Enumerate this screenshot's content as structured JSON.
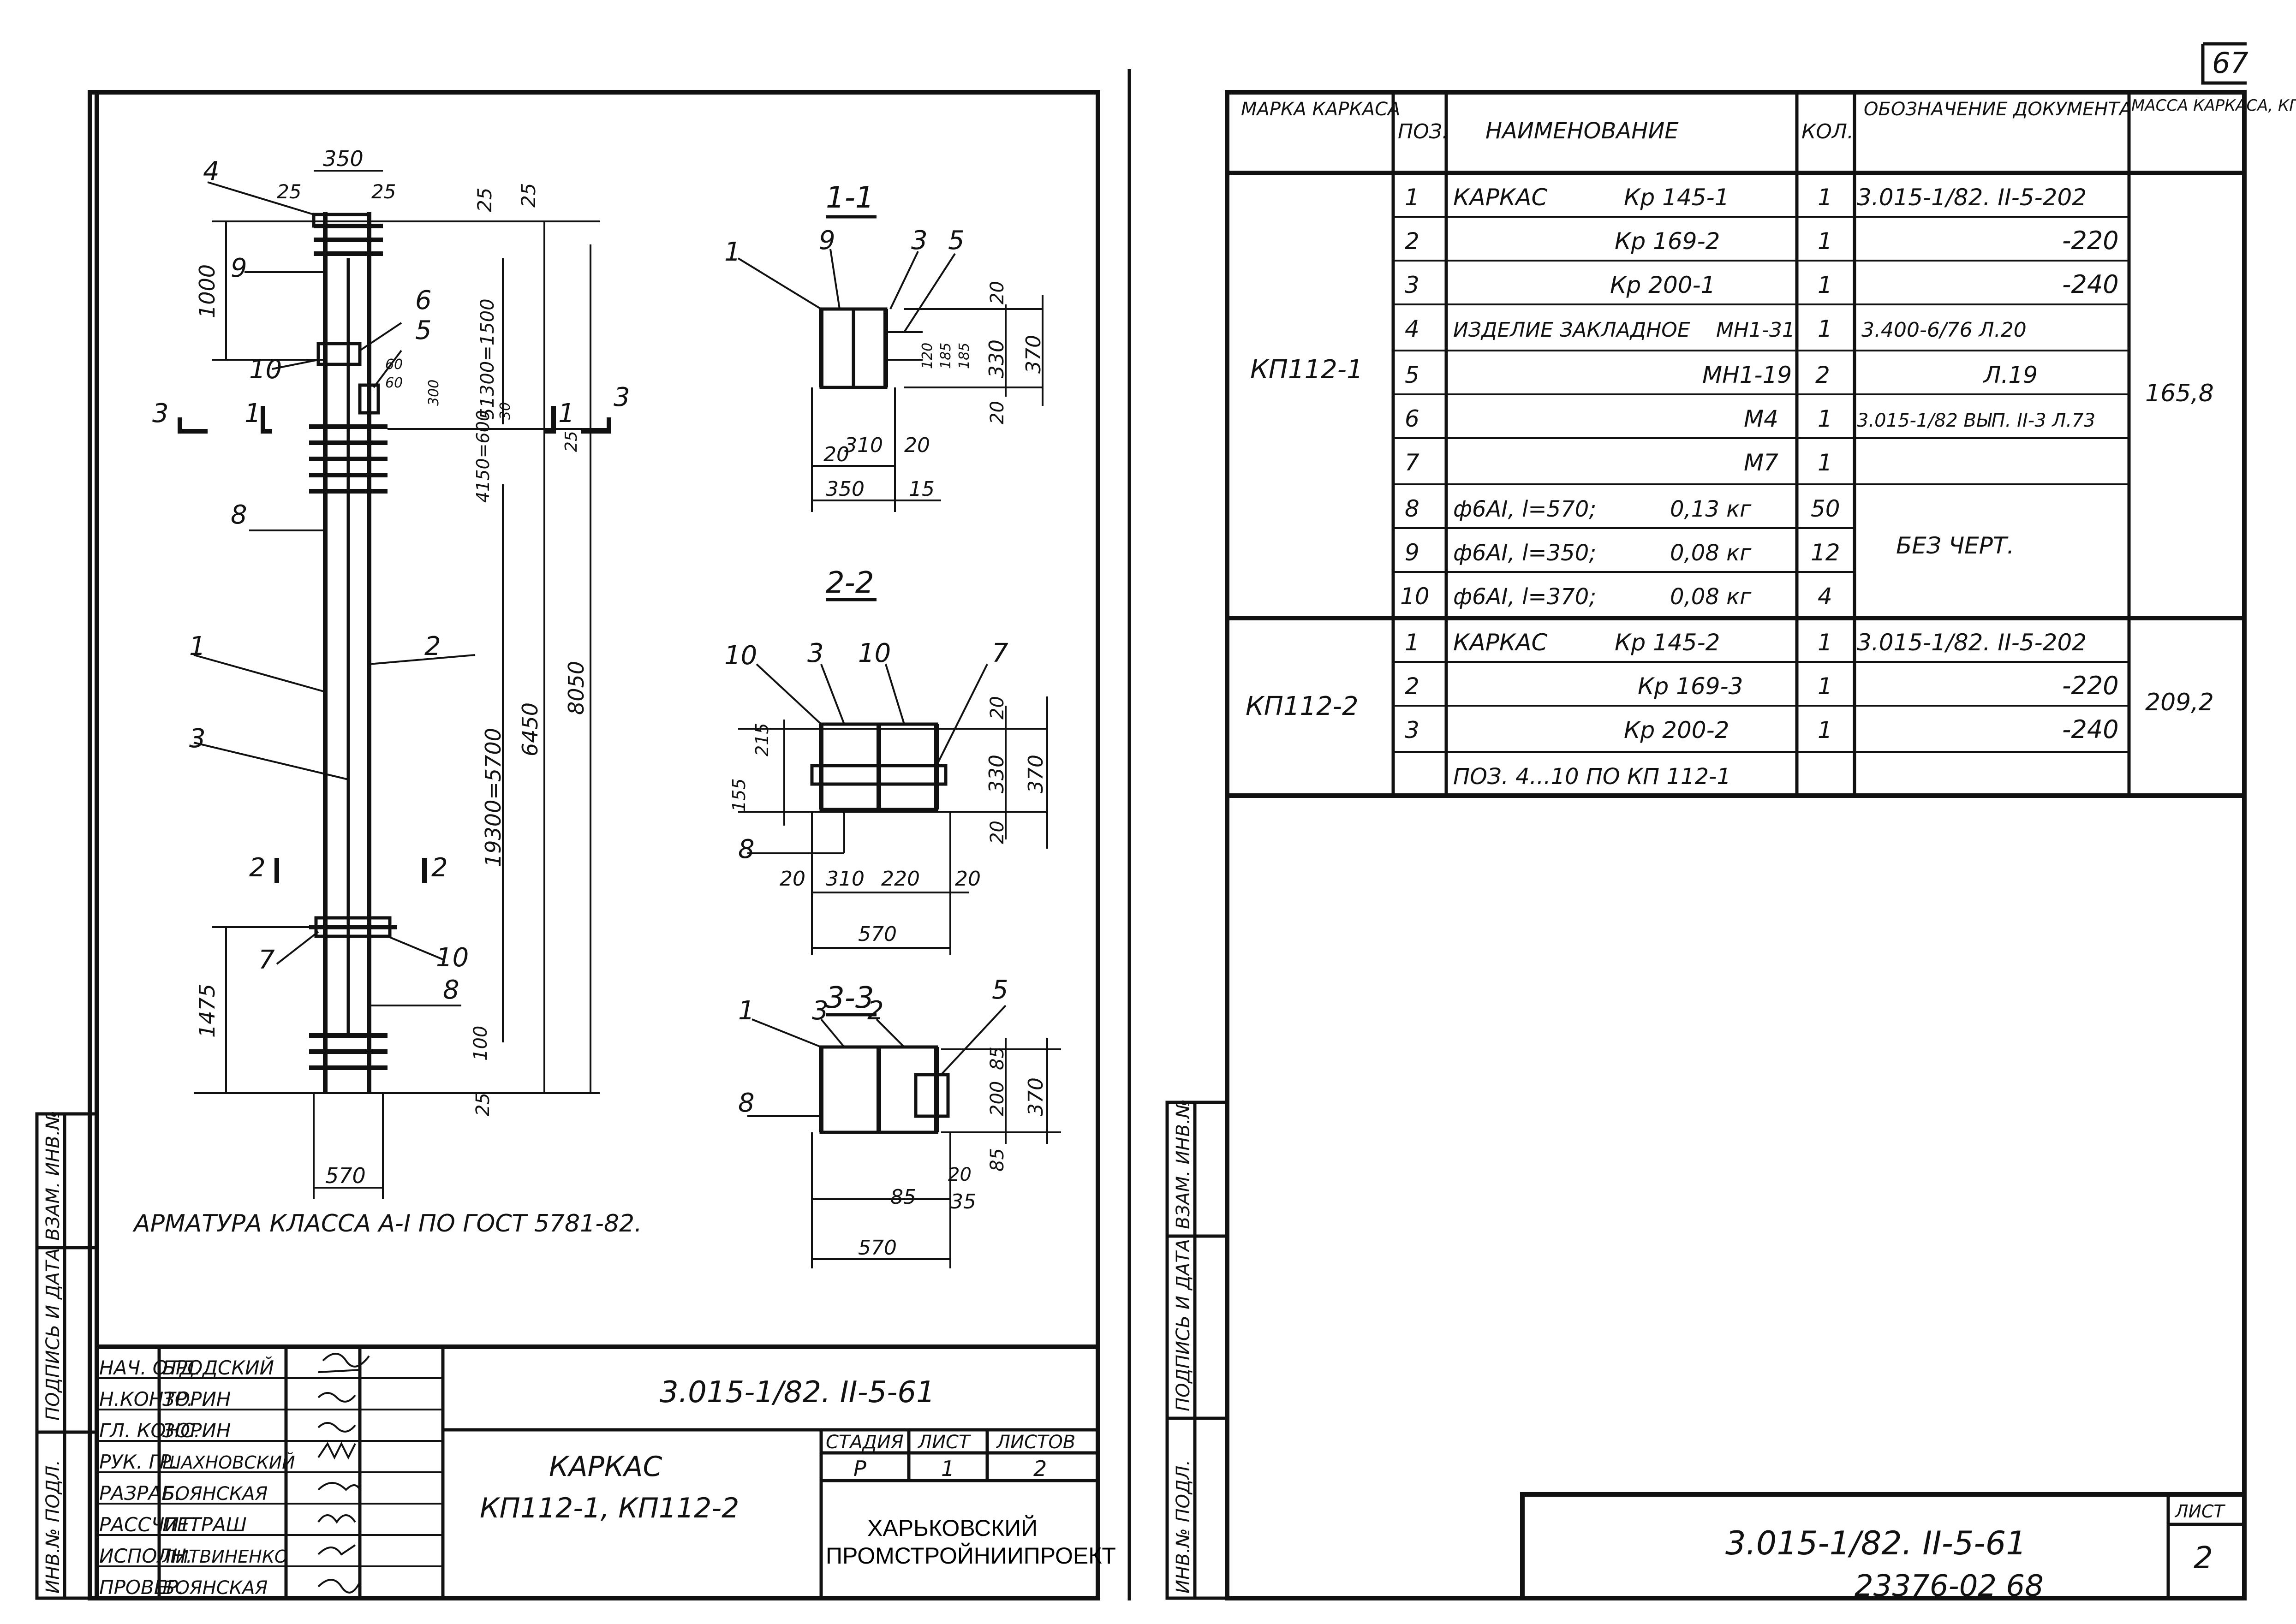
{
  "page_number": "67",
  "left_sheet": {
    "main_label": "8",
    "section_titles": [
      "1-1",
      "2-2",
      "3-3"
    ],
    "dimensions_elevation": [
      "350",
      "25",
      "25",
      "25",
      "25",
      "1000",
      "51300=1500",
      "4150=600",
      "19300=5700",
      "6450",
      "8050",
      "1475",
      "100",
      "25",
      "570",
      "60",
      "60",
      "300",
      "30",
      "25"
    ],
    "dims_11": [
      "20",
      "310",
      "20",
      "350",
      "15",
      "20",
      "120",
      "185",
      "185",
      "330",
      "370",
      "20"
    ],
    "dims_22": [
      "20",
      "310",
      "220",
      "20",
      "570",
      "215",
      "155",
      "20",
      "330",
      "370",
      "20"
    ],
    "dims_33": [
      "85",
      "200",
      "85",
      "370",
      "20",
      "85",
      "35",
      "570"
    ],
    "position_callouts": [
      "4",
      "9",
      "6",
      "5",
      "10",
      "1",
      "2",
      "3",
      "7",
      "10",
      "8",
      "8",
      "1",
      "9",
      "3",
      "5",
      "10",
      "3",
      "10",
      "7",
      "8",
      "1",
      "3",
      "2",
      "5",
      "8"
    ],
    "section_marks": [
      "3",
      "1",
      "1",
      "3",
      "2",
      "2"
    ],
    "note": "АРМАТУРА КЛАССА А-I ПО ГОСТ 5781-82.",
    "side_stamps": [
      "ИНВ.№ ПОДЛ.",
      "ПОДПИСЬ И ДАТА",
      "ВЗАМ. ИНВ.№"
    ],
    "title_block": {
      "roles": [
        "НАЧ. ОТД.",
        "Н.КОНТР.",
        "ГЛ. КОНС.",
        "РУК. ГР.",
        "РАЗРАБ.",
        "РАССЧИТ.",
        "ИСПОЛН.",
        "ПРОВЕР."
      ],
      "names": [
        "БРОДСКИЙ",
        "ЗОРИН",
        "ЗОРИН",
        "ШАХНОВСКИЙ",
        "БОЯНСКАЯ",
        "ПЕТРАШ",
        "ЛИТВИНЕНКО",
        "БОЯНСКАЯ"
      ],
      "code": "3.015-1/82. II-5-61",
      "title_line1": "КАРКАС",
      "title_line2": "КП112-1,  КП112-2",
      "stage_label": "СТАДИЯ",
      "sheet_label": "ЛИСТ",
      "sheets_label": "ЛИСТОВ",
      "stage": "Р",
      "sheet": "1",
      "sheets": "2",
      "org_line1": "ХАРЬКОВСКИЙ",
      "org_line2": "ПРОМСТРОЙНИИПРОЕКТ"
    }
  },
  "right_sheet": {
    "headers": {
      "mark": "МАРКА КАРКАСА",
      "pos": "ПОЗ.",
      "name": "НАИМЕНОВАНИЕ",
      "qty": "КОЛ.",
      "doc": "ОБОЗНАЧЕНИЕ ДОКУМЕНТА",
      "mass": "МАССА КАРКАСА, КГ"
    },
    "group1": {
      "mark": "КП112-1",
      "mass": "165,8",
      "rows": [
        {
          "pos": "1",
          "name": "КАРКАС",
          "name2": "Кр 145-1",
          "qty": "1",
          "doc": "3.015-1/82. II-5-202"
        },
        {
          "pos": "2",
          "name": "",
          "name2": "Кр 169-2",
          "qty": "1",
          "doc": "-220"
        },
        {
          "pos": "3",
          "name": "",
          "name2": "Кр 200-1",
          "qty": "1",
          "doc": "-240"
        },
        {
          "pos": "4",
          "name": "ИЗДЕЛИЕ ЗАКЛАДНОЕ",
          "name2": "МН1-31",
          "qty": "1",
          "doc": "3.400-6/76  Л.20"
        },
        {
          "pos": "5",
          "name": "",
          "name2": "МН1-19",
          "qty": "2",
          "doc": "Л.19"
        },
        {
          "pos": "6",
          "name": "",
          "name2": "М4",
          "qty": "1",
          "doc": "3.015-1/82 ВЫП. II-3 Л.73"
        },
        {
          "pos": "7",
          "name": "",
          "name2": "М7",
          "qty": "1",
          "doc": ""
        },
        {
          "pos": "8",
          "name": "ф6АI,  l=570;",
          "name2": "0,13 кг",
          "qty": "50",
          "doc": ""
        },
        {
          "pos": "9",
          "name": "ф6АI,  l=350;",
          "name2": "0,08 кг",
          "qty": "12",
          "doc": ""
        },
        {
          "pos": "10",
          "name": "ф6АI,  l=370;",
          "name2": "0,08 кг",
          "qty": "4",
          "doc": ""
        }
      ],
      "no_drawing_note": "БЕЗ  ЧЕРТ."
    },
    "group2": {
      "mark": "КП112-2",
      "mass": "209,2",
      "rows": [
        {
          "pos": "1",
          "name": "КАРКАС",
          "name2": "Кр 145-2",
          "qty": "1",
          "doc": "3.015-1/82. II-5-202"
        },
        {
          "pos": "2",
          "name": "",
          "name2": "Кр 169-3",
          "qty": "1",
          "doc": "-220"
        },
        {
          "pos": "3",
          "name": "",
          "name2": "Кр 200-2",
          "qty": "1",
          "doc": "-240"
        }
      ],
      "footer_row": "ПОЗ. 4...10  ПО КП 112-1"
    },
    "side_stamps": [
      "ИНВ.№ ПОДЛ.",
      "ПОДПИСЬ И ДАТА",
      "ВЗАМ. ИНВ.№"
    ],
    "bottom_code": "3.015-1/82. II-5-61",
    "sheet_label": "ЛИСТ",
    "sheet_no": "2"
  },
  "archive_number": "23376-02 68"
}
